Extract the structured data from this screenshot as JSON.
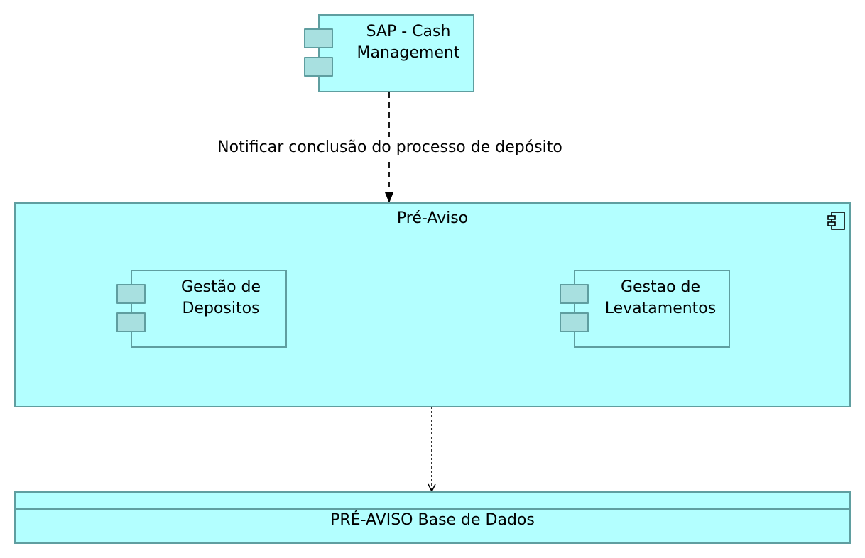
{
  "diagram": {
    "sap_component": {
      "label": "SAP - Cash\nManagement"
    },
    "flow_label": "Notificar conclusão do processo de depósito",
    "pre_aviso": {
      "label": "Pré-Aviso",
      "icon": "component-icon",
      "children": [
        {
          "label": "Gestão de\nDepositos"
        },
        {
          "label": "Gestao de\nLevatamentos"
        }
      ]
    },
    "database": {
      "label": "PRÉ-AVISO Base de Dados"
    },
    "colors": {
      "fill": "#b3ffff",
      "border": "#5f9ea0",
      "tab_fill": "#a8e0e0"
    }
  }
}
